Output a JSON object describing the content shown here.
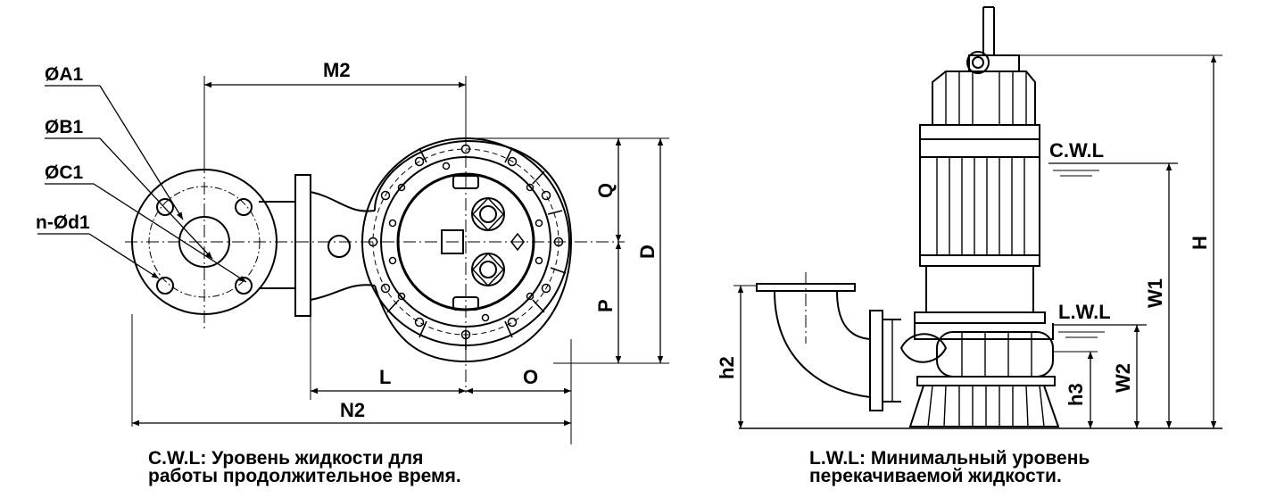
{
  "plan_view": {
    "labels": {
      "a1": "ØA1",
      "b1": "ØB1",
      "c1": "ØC1",
      "d1": "n-Ød1",
      "m2": "M2",
      "q": "Q",
      "d": "D",
      "p": "P",
      "l": "L",
      "o": "O",
      "n2": "N2"
    }
  },
  "side_view": {
    "labels": {
      "cwl": "C.W.L",
      "lwl": "L.W.L",
      "h": "H",
      "w1": "W1",
      "w2": "W2",
      "h2": "h2",
      "h3": "h3"
    }
  },
  "captions": {
    "left_line1": "C.W.L: Уровень жидкости для",
    "left_line2": "работы продолжительное время.",
    "right_line1": "L.W.L: Минимальный уровень",
    "right_line2": "перекачиваемой жидкости."
  }
}
